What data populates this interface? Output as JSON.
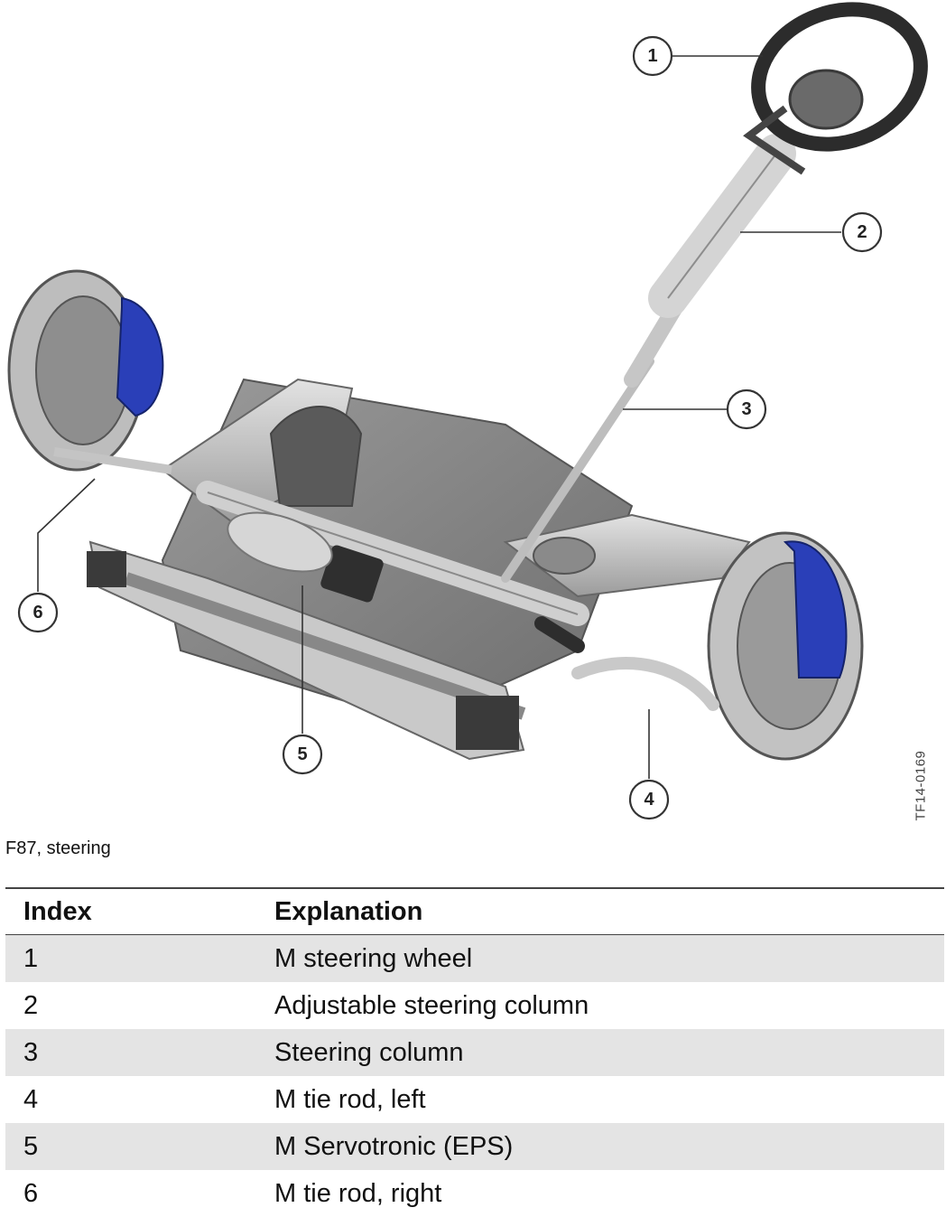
{
  "figure": {
    "code": "TF14-0169",
    "callouts": [
      "1",
      "2",
      "3",
      "4",
      "5",
      "6"
    ],
    "colors": {
      "brake_caliper": "#2a3fb8",
      "frame": "#b9b9b9",
      "dark_part": "#3a3a3a"
    }
  },
  "caption": "F87, steering",
  "legend": {
    "headers": {
      "index": "Index",
      "explanation": "Explanation"
    },
    "rows": [
      {
        "index": "1",
        "explanation": "M steering wheel"
      },
      {
        "index": "2",
        "explanation": "Adjustable steering column"
      },
      {
        "index": "3",
        "explanation": "Steering column"
      },
      {
        "index": "4",
        "explanation": "M tie rod, left"
      },
      {
        "index": "5",
        "explanation": "M Servotronic (EPS)"
      },
      {
        "index": "6",
        "explanation": "M tie rod, right"
      }
    ]
  }
}
